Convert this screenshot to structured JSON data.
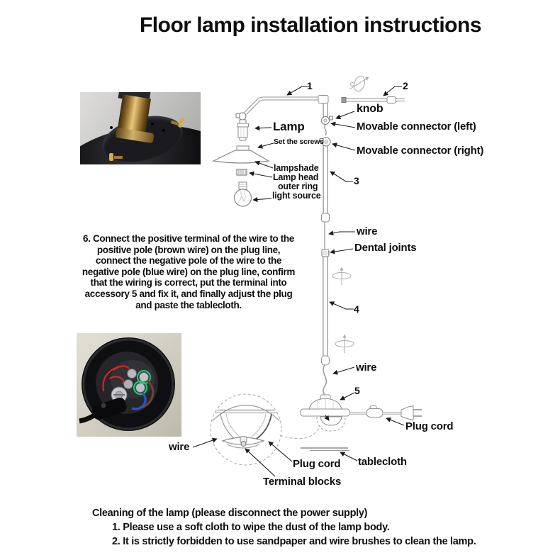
{
  "title": "Floor lamp installation instructions",
  "labels": {
    "part1": "1",
    "part2": "2",
    "part3": "3",
    "part4": "4",
    "part5": "5",
    "knob": "knob",
    "lamp": "Lamp",
    "set_screws": "Set the screws",
    "movable_left": "Movable connector (left)",
    "movable_right": "Movable connector (right)",
    "lampshade": "lampshade",
    "lamp_head": "Lamp head",
    "outer_ring": "outer ring",
    "light_source": "light source",
    "wire_upper": "wire",
    "dental_joints": "Dental joints",
    "wire_lower": "wire",
    "wire_bottom": "wire",
    "plug_cord_right": "Plug cord",
    "plug_cord_left": "Plug cord",
    "tablecloth": "tablecloth",
    "terminal_blocks": "Terminal blocks"
  },
  "step6": {
    "text": "6. Connect the positive terminal of the wire to the positive pole (brown wire) on the plug line, connect the negative pole of the wire to the negative pole (blue wire) on the plug line, confirm that the wiring is correct, put the terminal into accessory 5 and fix it, and finally adjust the plug and paste the tablecloth."
  },
  "cleaning": {
    "heading": "Cleaning of the lamp (please disconnect the power supply)",
    "item1": "1. Please use a soft cloth to wipe the dust of the lamp body.",
    "item2": "2. It is strictly forbidden to use sandpaper and wire brushes to clean the lamp."
  },
  "colors": {
    "line_gray": "#8f8f8f",
    "leader_black": "#1c1c1c",
    "arrow_red": "#e0241e",
    "terminal_green": "#21c87e",
    "brass": "#caa55b",
    "wire_brown": "#6e432a",
    "wire_blue": "#2a57c8",
    "photo_bg_gray": "#c6c6c4",
    "photo_bg_beige": "#d8d4c5"
  }
}
